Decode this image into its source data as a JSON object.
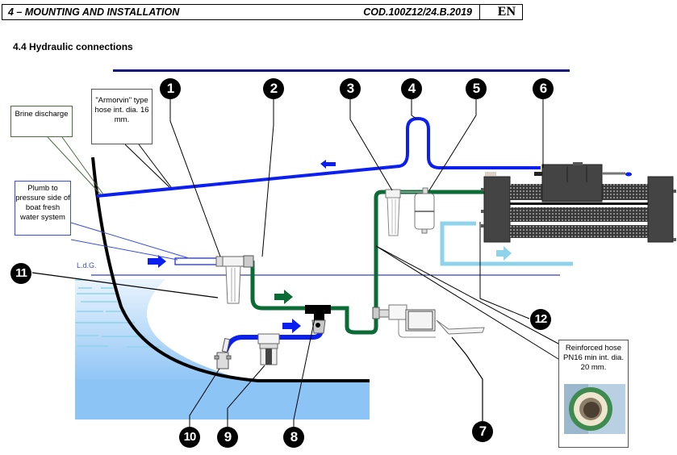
{
  "header": {
    "chapter": "4 – MOUNTING AND INSTALLATION",
    "code": "COD.100Z12/24.B.2019",
    "language": "EN"
  },
  "section": {
    "title": "4.4 Hydraulic connections"
  },
  "callouts": {
    "brine_discharge": "Brine discharge",
    "armorvin": "\"Armorvin\" type hose int. dia. 16 mm.",
    "plumb": "Plumb to pressure side of boat fresh water system",
    "reinforced_hose": "Reinforced hose PN16 min int. dia. 20 mm."
  },
  "waterline_label": "L.d.G.",
  "markers": [
    "1",
    "2",
    "3",
    "4",
    "5",
    "6",
    "7",
    "8",
    "9",
    "10",
    "11",
    "12"
  ],
  "colors": {
    "brine_hose": "#0a1ff0",
    "feed_hose": "#0b6b35",
    "product_water": "#8fd3ea",
    "rule": "#0d1677",
    "hull": "#000000",
    "sea": "#6db3f2"
  },
  "icons": {
    "flow_arrow": "right-arrow-icon",
    "left_flow_arrow": "left-arrow-icon"
  }
}
